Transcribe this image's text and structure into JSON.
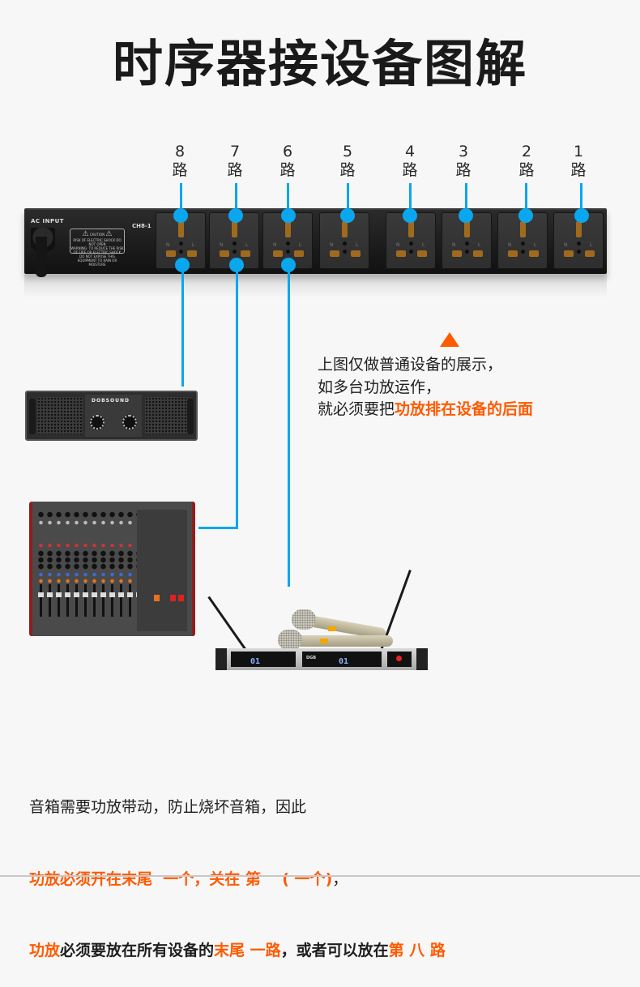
{
  "title": "时序器接设备图解",
  "colors": {
    "background": "#f7f7f7",
    "wire_blue": "#0aa6ee",
    "accent_orange": "#ff5a00",
    "text_dark": "#1e1e1e"
  },
  "sequencer": {
    "ac_input_label": "AC INPUT",
    "model_label": "CH8-1",
    "caution_title": "CAUTION",
    "caution_line": "RISK OF ELECTRIC SHOCK DO NOT OPEN",
    "warning_line": "WARNING: TO REDUCE THE RISK OF FIRE OR ELECTRIC SHOCK DO NOT EXPOSE THIS EQUIPMENT TO RAIN OR MOISTURE",
    "socket_n": "N",
    "socket_l": "L",
    "channels": [
      {
        "number": "8",
        "unit": "路"
      },
      {
        "number": "7",
        "unit": "路"
      },
      {
        "number": "6",
        "unit": "路"
      },
      {
        "number": "5",
        "unit": "路"
      },
      {
        "number": "4",
        "unit": "路"
      },
      {
        "number": "3",
        "unit": "路"
      },
      {
        "number": "2",
        "unit": "路"
      },
      {
        "number": "1",
        "unit": "路"
      }
    ]
  },
  "devices": {
    "amplifier": {
      "name": "power-amplifier",
      "brand": "DOBSOUND",
      "connected_channel": "8"
    },
    "mixer": {
      "name": "mixing-console",
      "connected_channel": "7"
    },
    "receiver": {
      "name": "wireless-microphone-receiver",
      "brand": "DGB",
      "display_a": "01",
      "display_b": "01",
      "connected_channel": "6"
    }
  },
  "note": {
    "arrow_icon": "triangle-up",
    "line1": "上图仅做普通设备的展示，",
    "line2": "如多台功放运作，",
    "line3_prefix": "就必须要把",
    "line3_highlight": "功放排在设备的后面"
  },
  "bottom": {
    "line1": "音箱需要功放带动，防止烧坏音箱，因此",
    "line2_highlight_a": "功放必须开在末尾  一个，关在 第    ( 一个)",
    "line2_suffix": "，",
    "line3_seg1_orange": "功放",
    "line3_seg2_dark": "必须要放在所有设备的",
    "line3_seg3_orange": "末尾 一路",
    "line3_seg4_dark": "，或者可以放在",
    "line3_seg5_orange": "第 八 路"
  }
}
